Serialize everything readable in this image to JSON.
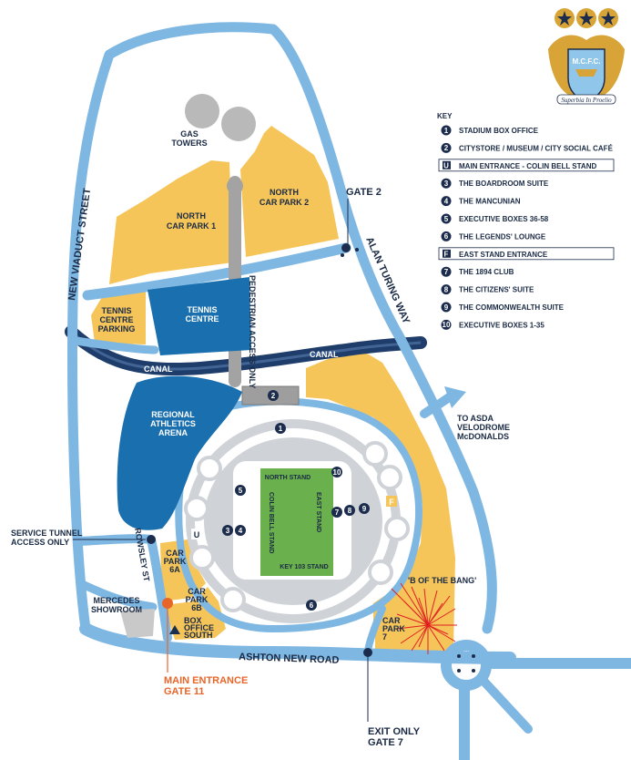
{
  "badge": {
    "club_text": "M.C.F.C.",
    "motto": "Superbia In Proelio",
    "colors": {
      "sky": "#8fc6ea",
      "gold": "#d8a437",
      "navy": "#1c2c4c"
    }
  },
  "key": {
    "title": "KEY",
    "items": [
      {
        "marker": "1",
        "label": "STADIUM BOX OFFICE",
        "boxed": false
      },
      {
        "marker": "2",
        "label": "CITYSTORE / MUSEUM / CITY SOCIAL CAFÉ",
        "boxed": false
      },
      {
        "marker": "U",
        "label": "MAIN ENTRANCE - COLIN BELL STAND",
        "boxed": true
      },
      {
        "marker": "3",
        "label": "THE BOARDROOM SUITE",
        "boxed": false
      },
      {
        "marker": "4",
        "label": "THE MANCUNIAN",
        "boxed": false
      },
      {
        "marker": "5",
        "label": "EXECUTIVE BOXES 36-58",
        "boxed": false
      },
      {
        "marker": "6",
        "label": "THE LEGENDS' LOUNGE",
        "boxed": false
      },
      {
        "marker": "F",
        "label": "EAST STAND ENTRANCE",
        "boxed": true
      },
      {
        "marker": "7",
        "label": "THE 1894 CLUB",
        "boxed": false
      },
      {
        "marker": "8",
        "label": "THE CITIZENS' SUITE",
        "boxed": false
      },
      {
        "marker": "9",
        "label": "THE COMMONWEALTH SUITE",
        "boxed": false
      },
      {
        "marker": "10",
        "label": "EXECUTIVE BOXES 1-35",
        "boxed": false
      }
    ]
  },
  "areas": {
    "gas_towers": [
      "GAS",
      "TOWERS"
    ],
    "north_car_park_1": [
      "NORTH",
      "CAR PARK 1"
    ],
    "north_car_park_2": [
      "NORTH",
      "CAR PARK 2"
    ],
    "tennis_parking": [
      "TENNIS",
      "CENTRE",
      "PARKING"
    ],
    "tennis_centre": [
      "TENNIS",
      "CENTRE"
    ],
    "athletics": [
      "REGIONAL",
      "ATHLETICS",
      "ARENA"
    ],
    "car_park_6a": [
      "CAR",
      "PARK",
      "6A"
    ],
    "car_park_6b": [
      "CAR",
      "PARK",
      "6B"
    ],
    "car_park_7": [
      "CAR",
      "PARK",
      "7"
    ],
    "box_office_south": [
      "BOX",
      "OFFICE",
      "SOUTH"
    ],
    "mercedes": [
      "MERCEDES",
      "SHOWROOM"
    ],
    "b_of_the_bang": "'B OF THE BANG'"
  },
  "roads": {
    "new_viaduct": "NEW VIADUCT STREET",
    "alan_turing": "ALAN TURING WAY",
    "ashton_new_road": "ASHTON NEW ROAD",
    "rowsley": "ROWSLEY ST",
    "pedestrian": "PEDESTRIAN ACCESS ONLY",
    "canal_1": "CANAL",
    "canal_2": "CANAL"
  },
  "points": {
    "gate2": "GATE 2",
    "asda": [
      "TO ASDA",
      "VELODROME",
      "McDONALDS"
    ],
    "service_tunnel": [
      "SERVICE TUNNEL",
      "ACCESS ONLY"
    ],
    "main_entrance": [
      "MAIN ENTRANCE",
      "GATE 11"
    ],
    "exit_only": [
      "EXIT ONLY",
      "GATE 7"
    ]
  },
  "stands": {
    "north": "NORTH STAND",
    "east": "EAST STAND",
    "colin_bell": "COLIN BELL STAND",
    "key_103": "KEY 103 STAND"
  },
  "markers": {
    "m1": "1",
    "m2": "2",
    "m3": "3",
    "m4": "4",
    "m5": "5",
    "m6": "6",
    "m7": "7",
    "m8": "8",
    "m9": "9",
    "m10": "10",
    "u": "U",
    "f": "F"
  },
  "colors": {
    "road": "#7fb7e3",
    "carpark": "#f6c55a",
    "facility": "#1a6fae",
    "pitch": "#6ab04c",
    "canal": "#1f3d6b",
    "gas": "#b9b9b9",
    "navy": "#1c2c4c",
    "orange": "#e8652a",
    "bang": "#e02020"
  }
}
